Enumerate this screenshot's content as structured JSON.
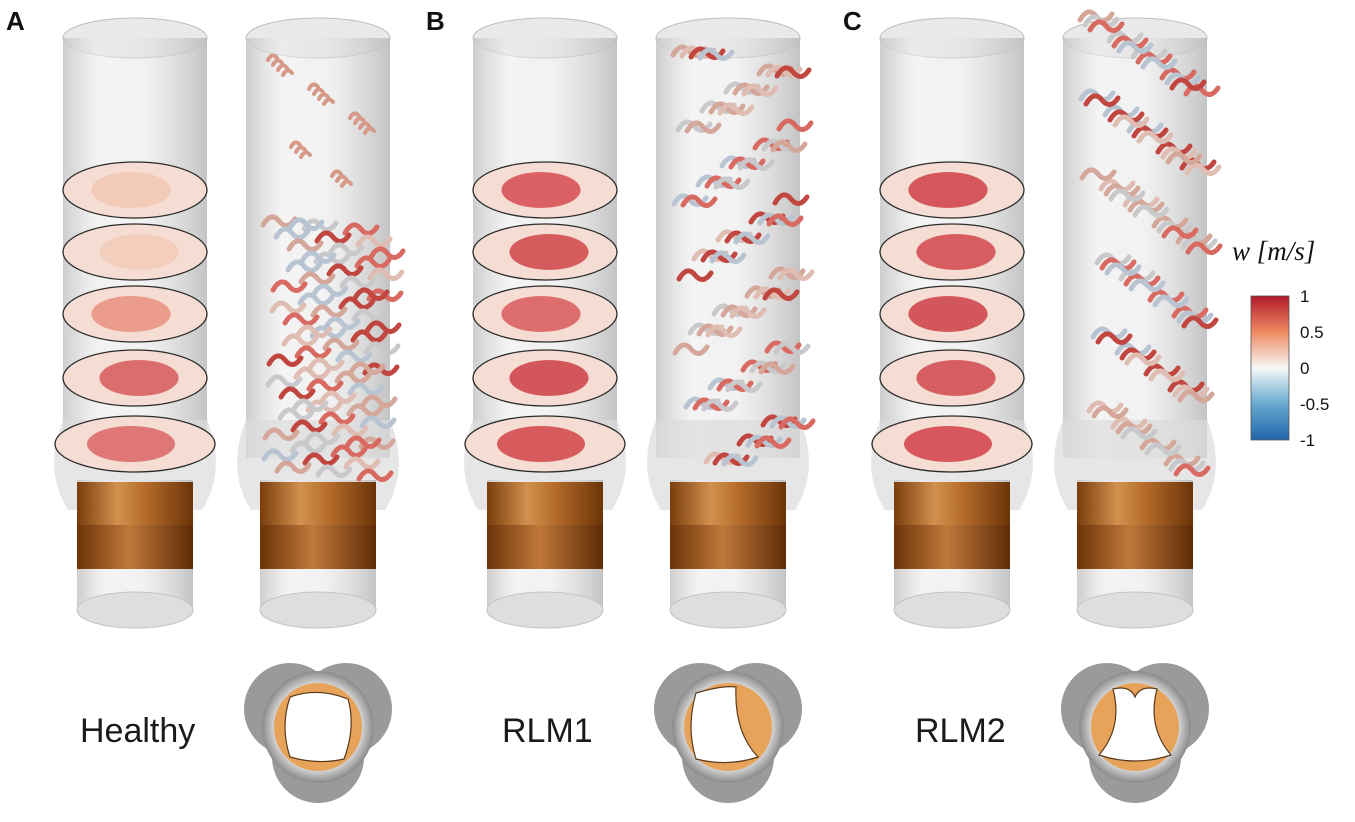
{
  "panels": [
    {
      "letter": "A",
      "case": "Healthy"
    },
    {
      "letter": "B",
      "case": "RLM1"
    },
    {
      "letter": "C",
      "case": "RLM2"
    }
  ],
  "colorbar": {
    "title": "w [m/s]",
    "ticks": [
      "1",
      "0.5",
      "0",
      "-0.5",
      "-1"
    ],
    "colors": {
      "max": "#b2182b",
      "mid": "#f7f7f7",
      "min": "#2166ac"
    }
  },
  "colors": {
    "vessel": "#d9d9d9",
    "valve": "#b5651d",
    "slice_red": "#d0474b",
    "slice_pink": "#f2c4b0"
  }
}
